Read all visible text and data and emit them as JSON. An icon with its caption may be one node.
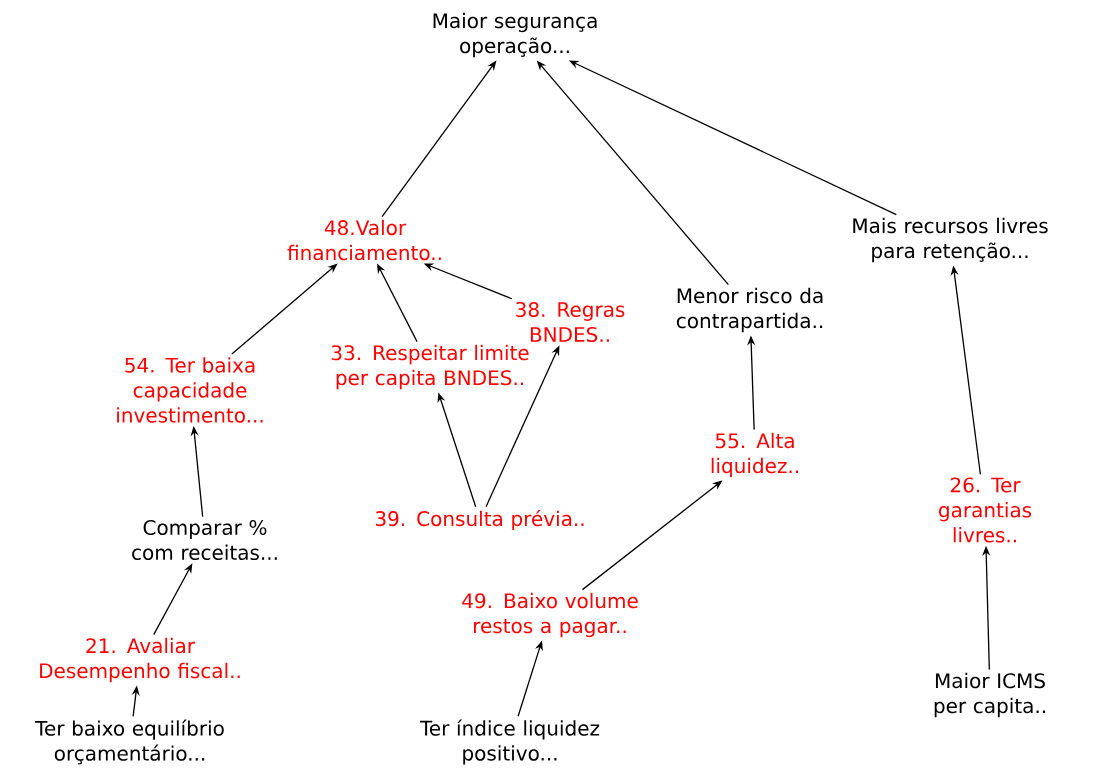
{
  "diagram": {
    "nodes": [
      {
        "text": [
          "Maior segurança operação..."
        ]
      },
      {
        "text": [
          "48.Valor financiamento.."
        ]
      },
      {
        "text": [
          "Mais recursos livres para retenção..."
        ]
      },
      {
        "text": [
          "38. Regras BNDES.."
        ]
      },
      {
        "text": [
          "Menor risco da contrapartida.."
        ]
      },
      {
        "text": [
          "54. Ter baixa capacidade investimento..."
        ]
      },
      {
        "text": [
          "33. Respeitar limite per capita BNDES.."
        ]
      },
      {
        "text": [
          "55. Alta liquidez.."
        ]
      },
      {
        "text": [
          "26. Ter garantias livres.."
        ]
      },
      {
        "text": [
          "Comparar % com receitas..."
        ]
      },
      {
        "text": [
          "39. Consulta prévia.."
        ]
      },
      {
        "text": [
          "49. Baixo volume restos a pagar.."
        ]
      },
      {
        "text": [
          "21. Avaliar Desempenho fiscal.."
        ]
      },
      {
        "text": [
          "Maior ICMS per capita.."
        ]
      },
      {
        "text": [
          "Ter baixo equilíbrio orçamentário..."
        ]
      },
      {
        "text": [
          "Ter índice liquidez positivo..."
        ]
      }
    ],
    "edges": [
      {
        "from": 1,
        "to": 0,
        "arrow": "to"
      },
      {
        "from": 4,
        "to": 0,
        "arrow": "to"
      },
      {
        "from": 2,
        "to": 0,
        "arrow": "to"
      },
      {
        "from": 3,
        "to": 1,
        "arrow": "to"
      },
      {
        "from": 5,
        "to": 1,
        "arrow": "to"
      },
      {
        "from": 6,
        "to": 1,
        "arrow": "to"
      },
      {
        "from": 10,
        "to": 6,
        "arrow": "to"
      },
      {
        "from": 10,
        "to": 3,
        "arrow": "to"
      },
      {
        "from": 7,
        "to": 4,
        "arrow": "to"
      },
      {
        "from": 9,
        "to": 5,
        "arrow": "to"
      },
      {
        "from": 11,
        "to": 7,
        "arrow": "to"
      },
      {
        "from": 12,
        "to": 9,
        "arrow": "to"
      },
      {
        "from": 14,
        "to": 12,
        "arrow": "to"
      },
      {
        "from": 15,
        "to": 11,
        "arrow": "to"
      },
      {
        "from": 13,
        "to": 8,
        "arrow": "to"
      },
      {
        "from": 8,
        "to": 2,
        "arrow": "to"
      }
    ]
  }
}
